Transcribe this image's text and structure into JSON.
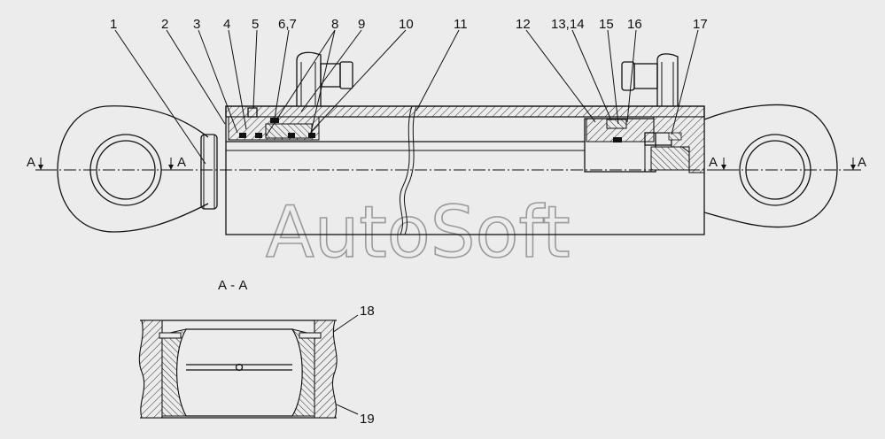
{
  "callouts": [
    {
      "id": "c1",
      "text": "1"
    },
    {
      "id": "c2",
      "text": "2"
    },
    {
      "id": "c3",
      "text": "3"
    },
    {
      "id": "c4",
      "text": "4"
    },
    {
      "id": "c5",
      "text": "5"
    },
    {
      "id": "c67",
      "text": "6,7"
    },
    {
      "id": "c8",
      "text": "8"
    },
    {
      "id": "c9",
      "text": "9"
    },
    {
      "id": "c10",
      "text": "10"
    },
    {
      "id": "c11",
      "text": "11"
    },
    {
      "id": "c12",
      "text": "12"
    },
    {
      "id": "c1314",
      "text": "13,14"
    },
    {
      "id": "c15",
      "text": "15"
    },
    {
      "id": "c16",
      "text": "16"
    },
    {
      "id": "c17",
      "text": "17"
    },
    {
      "id": "c18",
      "text": "18"
    },
    {
      "id": "c19",
      "text": "19"
    }
  ],
  "section_marks": [
    "A",
    "A",
    "A",
    "A"
  ],
  "section_view_title": "А - А",
  "watermark": "AutoSoft"
}
